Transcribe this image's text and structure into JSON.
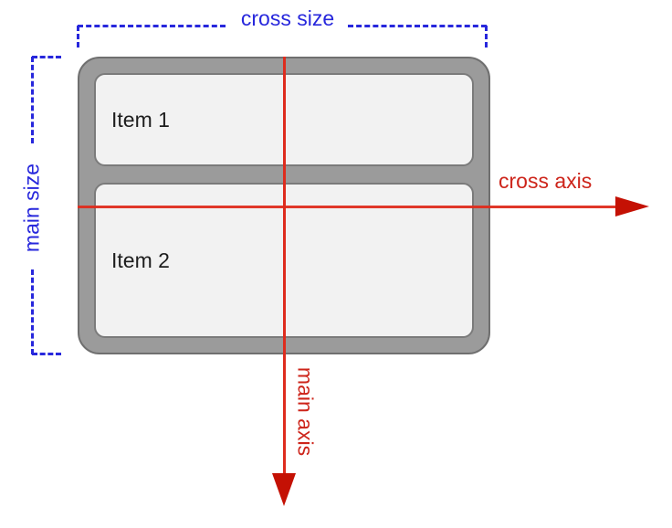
{
  "diagram": {
    "title_semantic": "flexbox column direction terminology diagram",
    "container": {
      "items": [
        {
          "label": "Item 1"
        },
        {
          "label": "Item 2"
        }
      ]
    },
    "annotations": {
      "cross_size": "cross size",
      "main_size": "main size",
      "cross_axis": "cross axis",
      "main_axis": "main axis"
    },
    "colors": {
      "bracket_blue": "#2727dc",
      "axis_line_red": "#de2c1e",
      "arrowhead_red": "#c41104",
      "axis_label_red": "#cd241a",
      "container_fill": "#9b9b9b",
      "container_outline": "#6f6f6f",
      "item_fill": "#f2f2f2",
      "item_outline": "#7b7b7b",
      "item_text": "#1e1e1e"
    }
  }
}
